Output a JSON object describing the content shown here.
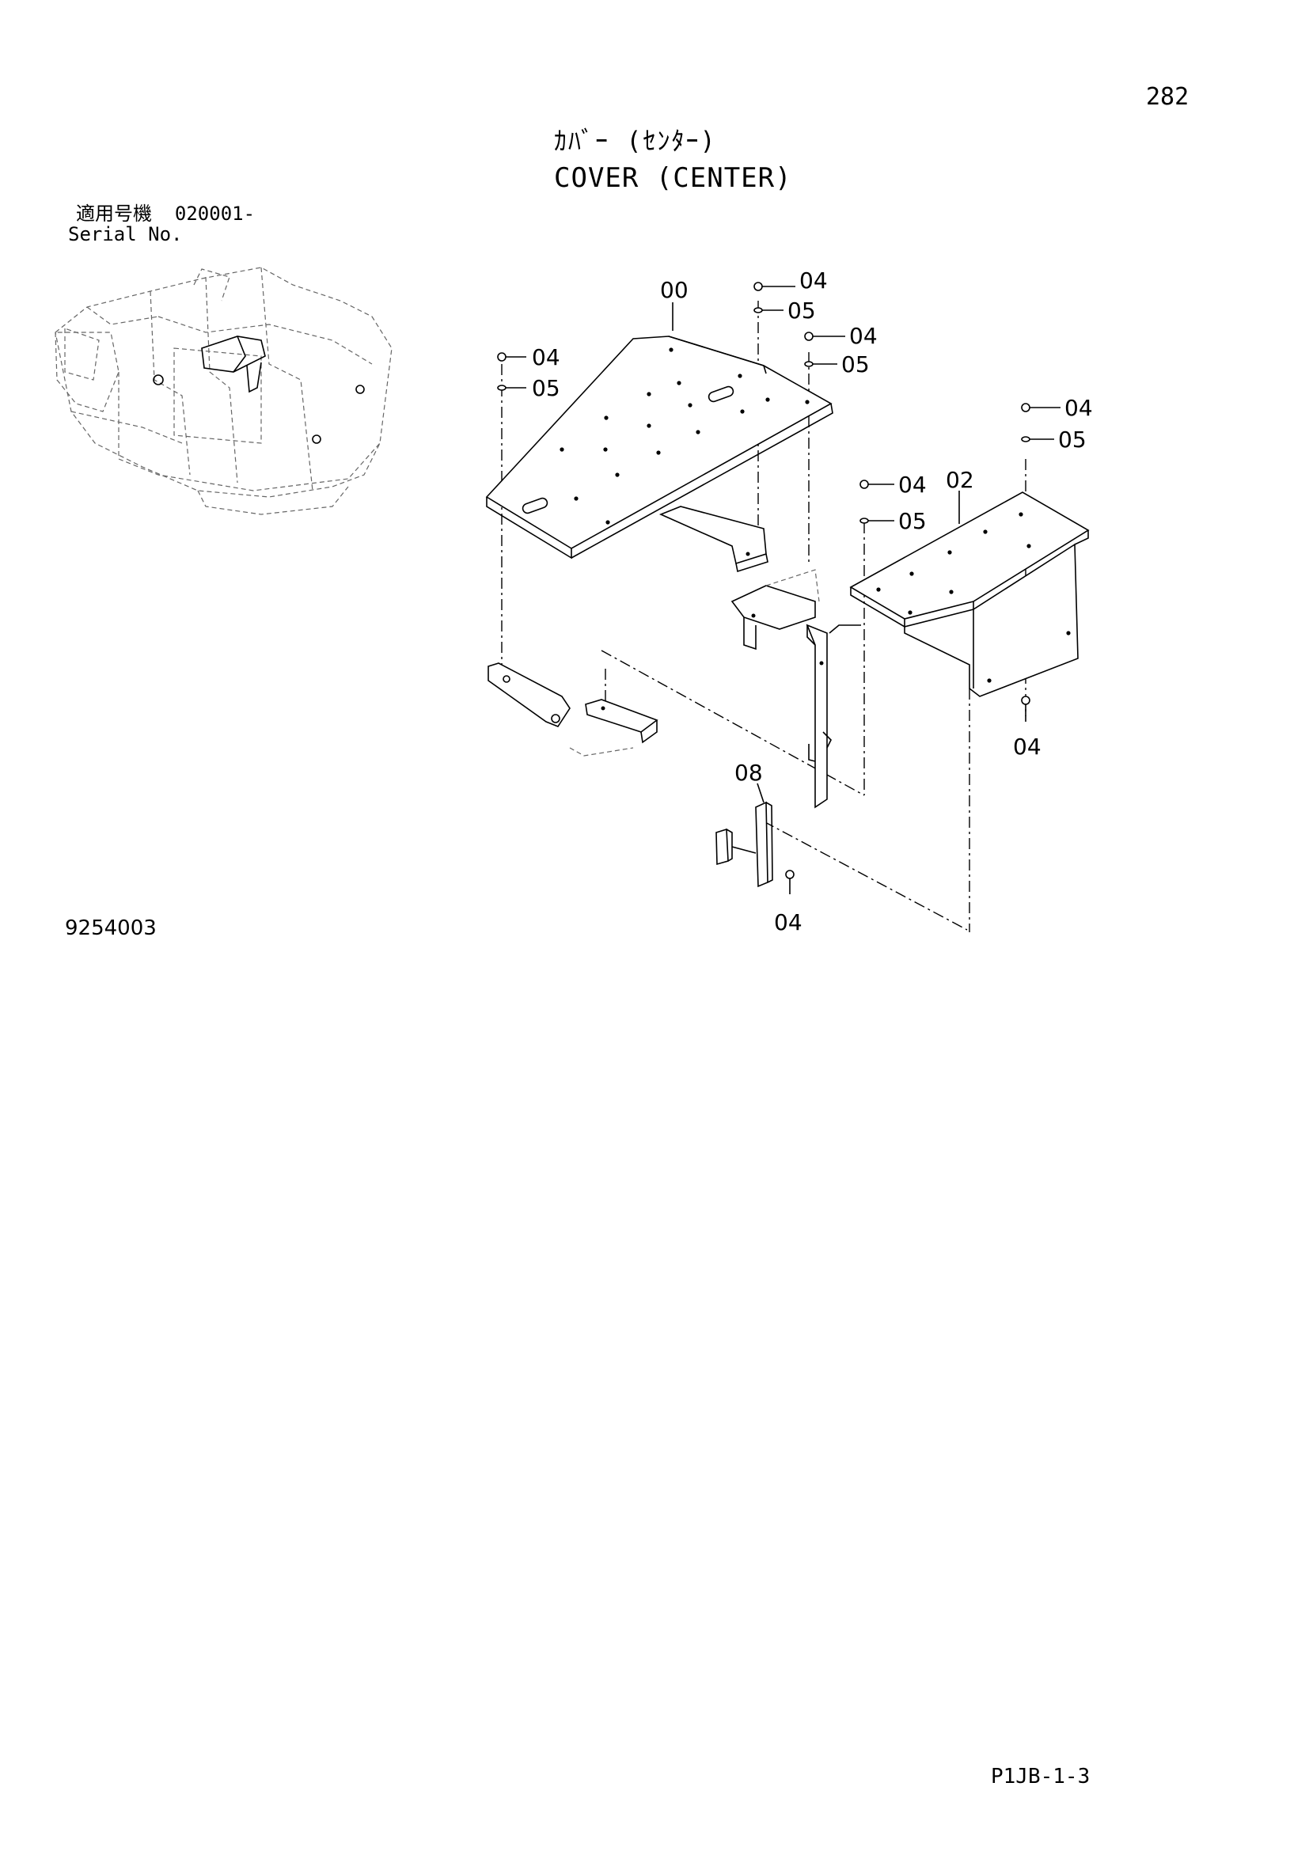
{
  "page_number": "282",
  "title_ja": "ｶﾊﾞｰ (ｾﾝﾀｰ)",
  "title_en": "COVER (CENTER)",
  "serial_label_ja": "適用号機",
  "serial_value": "020001-",
  "serial_label_en": "Serial No.",
  "drawing_number": "9254003",
  "sheet_code": "P1JB-1-3",
  "part_labels": {
    "p00": "00",
    "p02": "02",
    "p04": "04",
    "p05": "05",
    "p08": "08"
  }
}
